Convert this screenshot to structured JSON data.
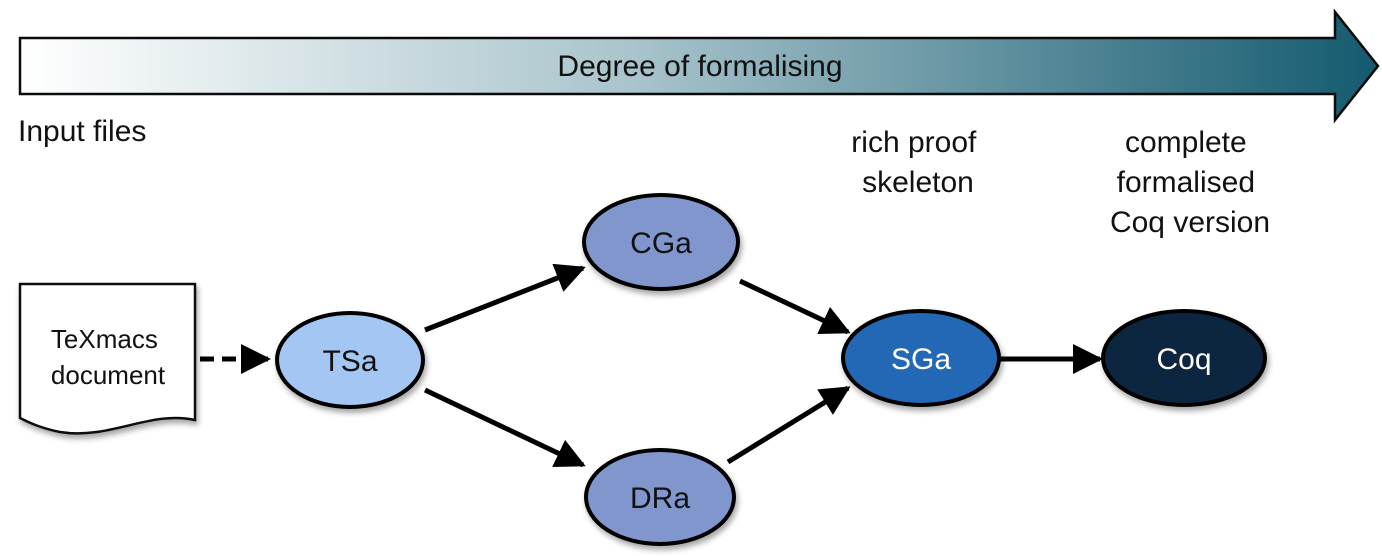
{
  "banner": {
    "label": "Degree of formalising"
  },
  "labels": {
    "input_files": "Input files",
    "rich_proof": [
      "rich proof",
      "skeleton"
    ],
    "complete": [
      "complete",
      "formalised",
      "Coq version"
    ]
  },
  "document": {
    "lines": [
      "TeXmacs",
      "document"
    ]
  },
  "nodes": {
    "tsa": {
      "label": "TSa",
      "color": "#a3c6f2"
    },
    "cga": {
      "label": "CGa",
      "color": "#8196cc"
    },
    "dra": {
      "label": "DRa",
      "color": "#8196cc"
    },
    "sga": {
      "label": "SGa",
      "color": "#2268b4"
    },
    "coq": {
      "label": "Coq",
      "color": "#0e2740"
    }
  },
  "edges": [
    {
      "from": "document",
      "to": "TSa"
    },
    {
      "from": "TSa",
      "to": "CGa"
    },
    {
      "from": "TSa",
      "to": "DRa"
    },
    {
      "from": "CGa",
      "to": "SGa"
    },
    {
      "from": "DRa",
      "to": "SGa"
    },
    {
      "from": "SGa",
      "to": "Coq"
    }
  ]
}
